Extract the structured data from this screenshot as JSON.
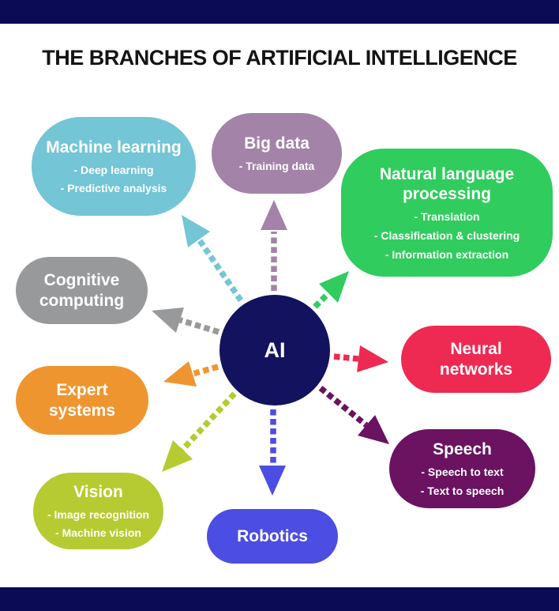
{
  "title": "THE BRANCHES OF ARTIFICIAL INTELLIGENCE",
  "chrome": {
    "bar_color": "#0a0a55"
  },
  "center": {
    "label": "AI",
    "color": "#12125e"
  },
  "branches": [
    {
      "id": "machine-learning",
      "title": "Machine learning",
      "items": [
        "- Deep learning",
        "- Predictive analysis"
      ],
      "color": "#74c5d5"
    },
    {
      "id": "big-data",
      "title": "Big data",
      "items": [
        "- Training data"
      ],
      "color": "#a383a8"
    },
    {
      "id": "natural-language-processing",
      "title": "Natural language processing",
      "items": [
        "- Translation",
        "- Classification & clustering",
        "- Information extraction"
      ],
      "color": "#30cc5e"
    },
    {
      "id": "cognitive-computing",
      "title": "Cognitive computing",
      "items": [],
      "color": "#97999b"
    },
    {
      "id": "neural-networks",
      "title": "Neural networks",
      "items": [],
      "color": "#ee2a52"
    },
    {
      "id": "expert-systems",
      "title": "Expert systems",
      "items": [],
      "color": "#ef9530"
    },
    {
      "id": "speech",
      "title": "Speech",
      "items": [
        "- Speech to text",
        "- Text to speech"
      ],
      "color": "#6b1261"
    },
    {
      "id": "vision",
      "title": "Vision",
      "items": [
        "- Image recognition",
        "- Machine vision"
      ],
      "color": "#b5cb31"
    },
    {
      "id": "robotics",
      "title": "Robotics",
      "items": [],
      "color": "#4c4de2"
    }
  ]
}
